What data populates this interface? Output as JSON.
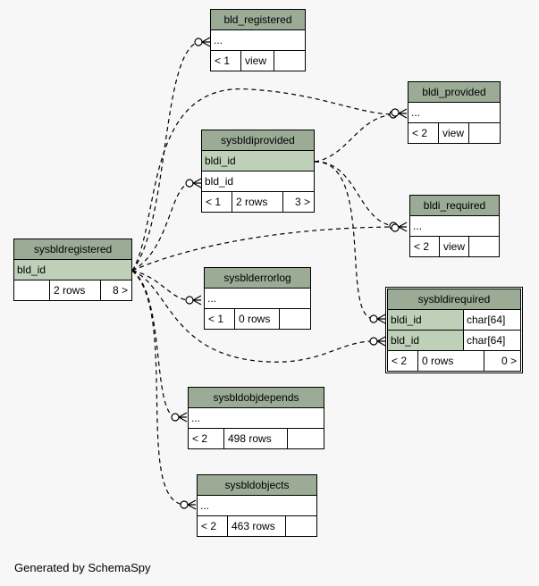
{
  "footer": "Generated by SchemaSpy",
  "tables": {
    "bld_registered": {
      "title": "bld_registered",
      "rows": [
        "..."
      ],
      "foot": [
        "< 1",
        "view",
        ""
      ]
    },
    "bldi_provided": {
      "title": "bldi_provided",
      "rows": [
        "..."
      ],
      "foot": [
        "< 2",
        "view",
        ""
      ]
    },
    "sysbldiprovided": {
      "title": "sysbldiprovided",
      "rows": [
        "bldi_id",
        "bld_id"
      ],
      "foot": [
        "< 1",
        "2 rows",
        "3 >"
      ]
    },
    "bldi_required": {
      "title": "bldi_required",
      "rows": [
        "..."
      ],
      "foot": [
        "< 2",
        "view",
        ""
      ]
    },
    "sysbldregistered": {
      "title": "sysbldregistered",
      "rows": [
        "bld_id"
      ],
      "foot": [
        "",
        "2 rows",
        "8 >"
      ]
    },
    "sysblderrorlog": {
      "title": "sysblderrorlog",
      "rows": [
        "..."
      ],
      "foot": [
        "< 1",
        "0 rows",
        ""
      ]
    },
    "sysbldirequired": {
      "title": "sysbldirequired",
      "rows": [
        {
          "name": "bldi_id",
          "type": "char[64]"
        },
        {
          "name": "bld_id",
          "type": "char[64]"
        }
      ],
      "foot": [
        "< 2",
        "0 rows",
        "0 >"
      ]
    },
    "sysbldobjdepends": {
      "title": "sysbldobjdepends",
      "rows": [
        "..."
      ],
      "foot": [
        "< 2",
        "498 rows",
        ""
      ]
    },
    "sysbldobjects": {
      "title": "sysbldobjects",
      "rows": [
        "..."
      ],
      "foot": [
        "< 2",
        "463 rows",
        ""
      ]
    }
  }
}
